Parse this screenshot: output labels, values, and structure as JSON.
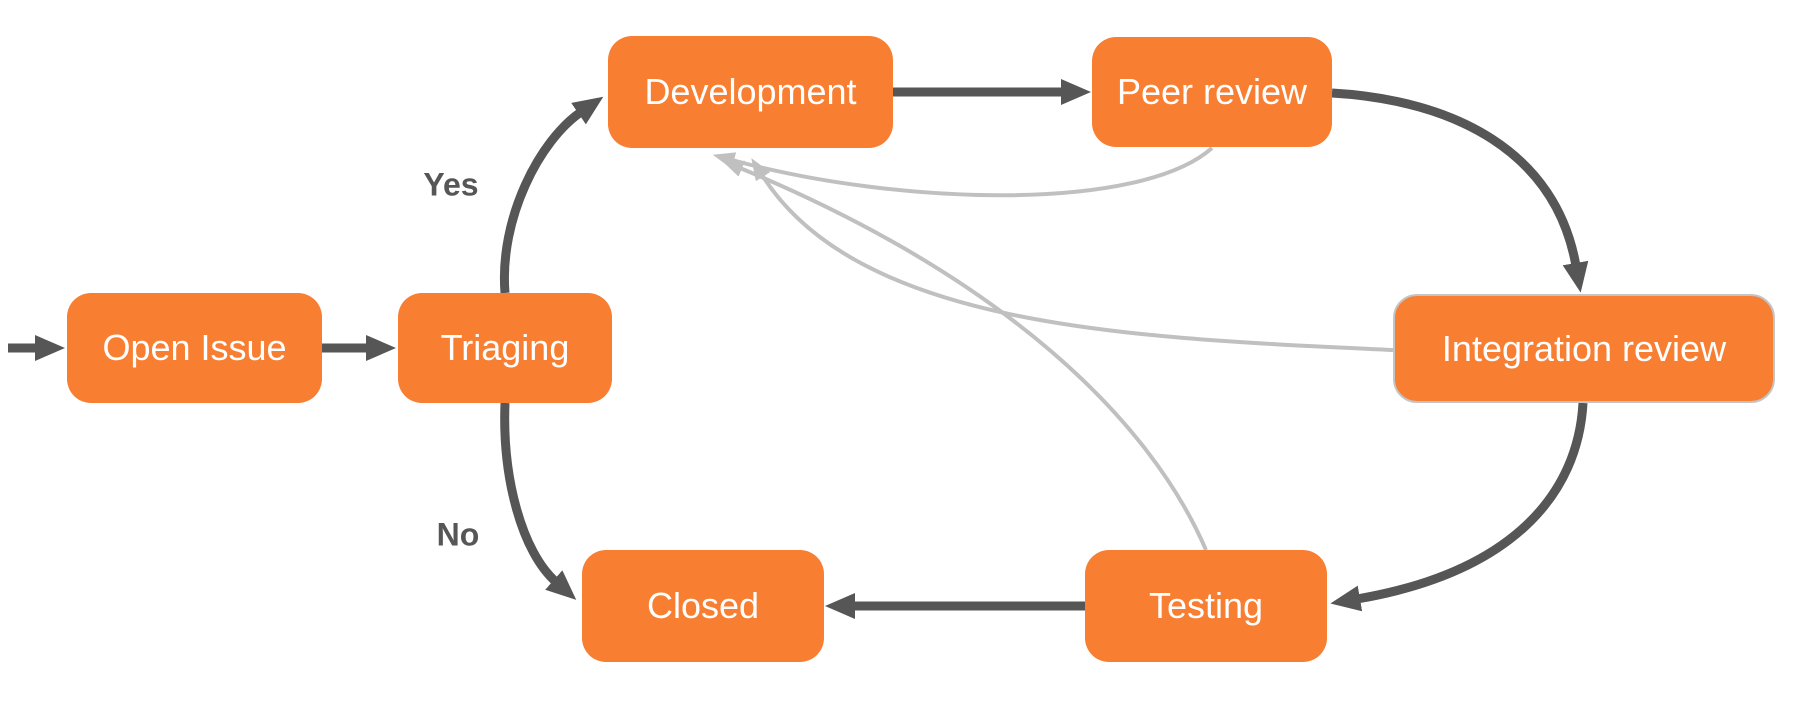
{
  "diagram": {
    "type": "flowchart",
    "nodes": [
      {
        "id": "open-issue",
        "label": "Open Issue"
      },
      {
        "id": "triaging",
        "label": "Triaging"
      },
      {
        "id": "development",
        "label": "Development"
      },
      {
        "id": "peer-review",
        "label": "Peer review"
      },
      {
        "id": "integration-review",
        "label": "Integration review"
      },
      {
        "id": "testing",
        "label": "Testing"
      },
      {
        "id": "closed",
        "label": "Closed"
      }
    ],
    "decision_labels": {
      "yes": "Yes",
      "no": "No"
    },
    "edges": [
      {
        "from": "start",
        "to": "open-issue",
        "style": "solid"
      },
      {
        "from": "open-issue",
        "to": "triaging",
        "style": "solid"
      },
      {
        "from": "triaging",
        "to": "development",
        "style": "solid",
        "label": "Yes"
      },
      {
        "from": "triaging",
        "to": "closed",
        "style": "solid",
        "label": "No"
      },
      {
        "from": "development",
        "to": "peer-review",
        "style": "solid"
      },
      {
        "from": "peer-review",
        "to": "integration-review",
        "style": "solid"
      },
      {
        "from": "integration-review",
        "to": "testing",
        "style": "solid"
      },
      {
        "from": "testing",
        "to": "closed",
        "style": "solid"
      },
      {
        "from": "peer-review",
        "to": "development",
        "style": "feedback"
      },
      {
        "from": "integration-review",
        "to": "development",
        "style": "feedback"
      },
      {
        "from": "testing",
        "to": "development",
        "style": "feedback"
      }
    ],
    "colors": {
      "node_fill": "#F87E32",
      "node_text": "#FFFFFF",
      "flow_edge": "#565656",
      "feedback_edge": "#C0C0C0",
      "label_text": "#565656",
      "integration_border": "#C4C4C4",
      "background": "#FFFFFF"
    }
  }
}
